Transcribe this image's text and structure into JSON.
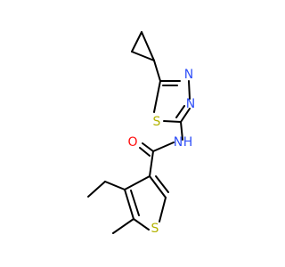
{
  "molecule": {
    "atoms": {
      "n_thiadiazole_1": "N",
      "n_thiadiazole_2": "N",
      "s_thiadiazole": "S",
      "n_amide": "N",
      "h_amide": "H",
      "o_carbonyl": "O",
      "s_thiophene": "S"
    }
  },
  "colors": {
    "bond": "#000000",
    "nitrogen": "#3050f8",
    "oxygen": "#ff0d0d",
    "sulfur": "#b2b200",
    "background": "#ffffff"
  }
}
